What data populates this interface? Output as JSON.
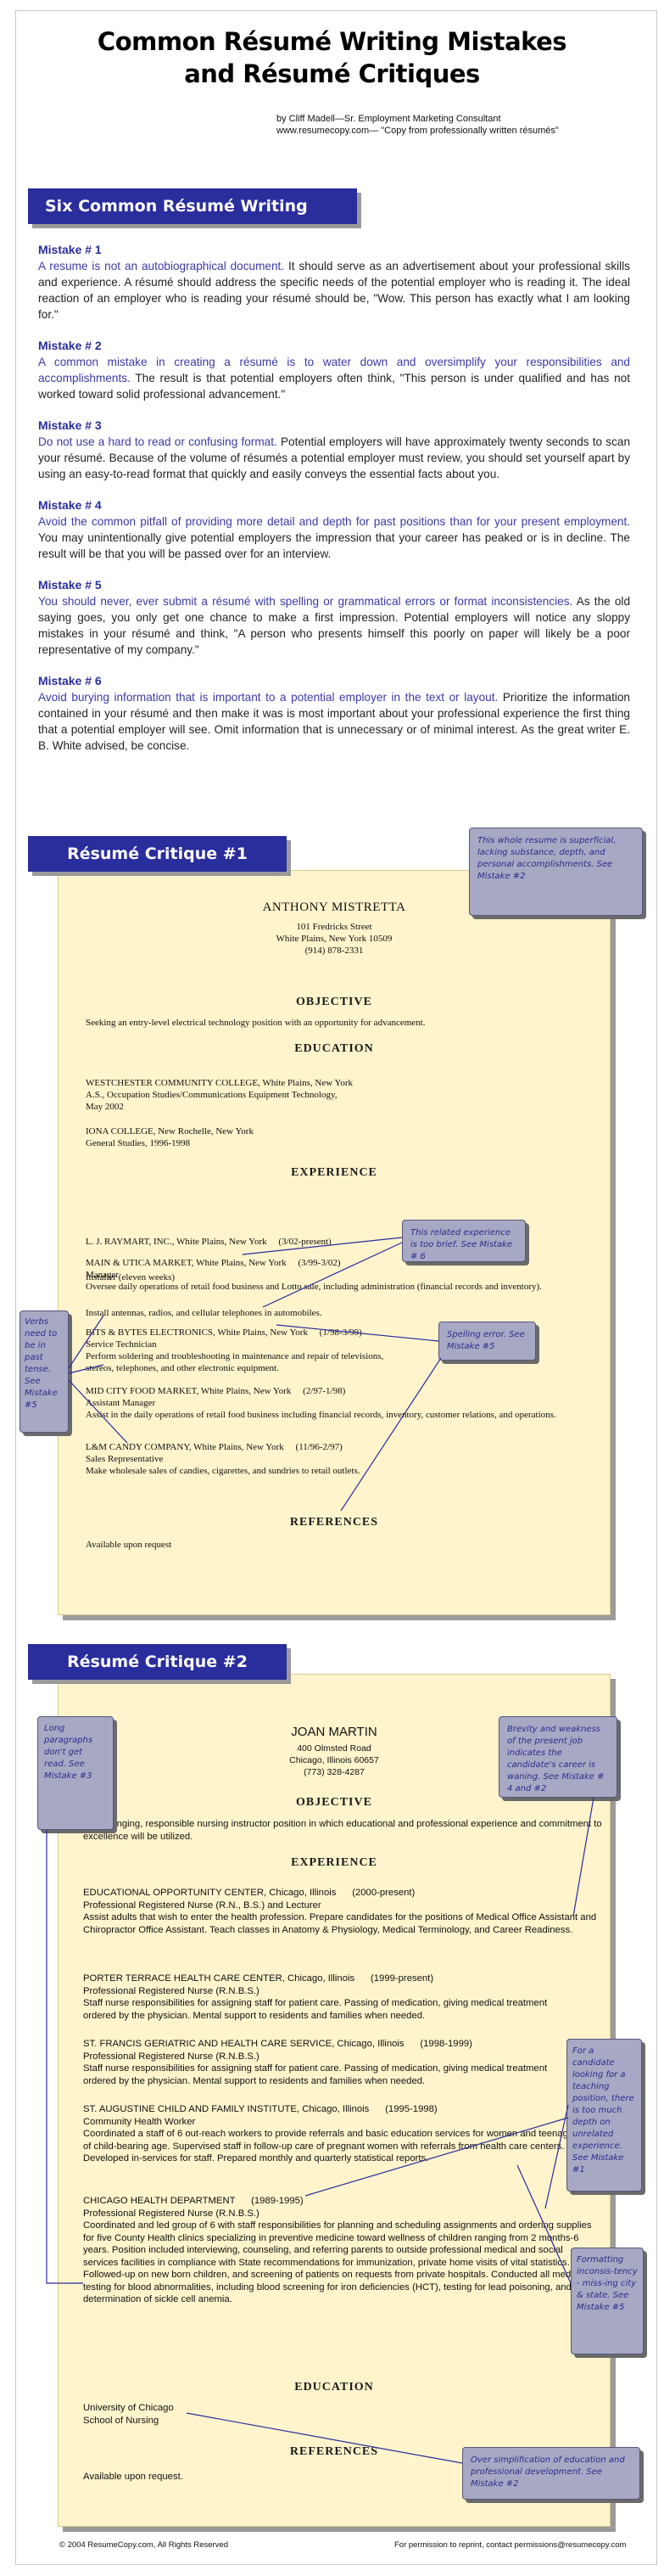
{
  "title_line1": "Common Résumé Writing Mistakes",
  "title_line2": "and Résumé Critiques",
  "byline": {
    "line1": "by Cliff Madell—Sr. Employment Marketing Consultant",
    "line2": "www.resumecopy.com— \"Copy from professionally written résumés\""
  },
  "section1_title": "Six Common Résumé Writing Mistakes",
  "mistakes": [
    {
      "title": "Mistake # 1",
      "highlight": "A resume is not an autobiographical document.",
      "text": " It should serve as an advertisement about your professional skills and experience. A résumé should address the specific needs of the potential employer who is reading it. The ideal reaction of an employer who is reading your résumé should be, \"Wow. This person has exactly what I am looking for.\""
    },
    {
      "title": "Mistake # 2",
      "highlight": "A common mistake in creating a résumé is to water down and oversimplify your responsibilities and accomplishments.",
      "text": " The result is that potential employers often think, \"This person is under qualified and has not worked toward solid professional advancement.\""
    },
    {
      "title": "Mistake # 3",
      "highlight": "Do not use a hard to read or confusing format.",
      "text": " Potential employers will have approximately twenty seconds to scan your résumé. Because of the volume of résumés a potential employer must review, you should set yourself apart by using an easy-to-read format that quickly and easily conveys the essential facts about you."
    },
    {
      "title": "Mistake # 4",
      "highlight": "Avoid the common pitfall of providing more detail and depth for past positions than for your present employment.",
      "text": " You may unintentionally give potential employers the impression that your career has peaked or is in decline. The result will be that you will be passed over for an interview."
    },
    {
      "title": "Mistake # 5",
      "highlight": "You should never, ever submit a résumé with spelling or grammatical errors or format inconsistencies.",
      "text": " As the old saying goes, you only get one chance to make a first impression. Potential employers will notice any sloppy mistakes in your résumé and think, \"A person who presents himself this poorly on paper will likely be a poor representative of my company.\""
    },
    {
      "title": "Mistake # 6",
      "highlight": "Avoid burying information that is important to a potential employer in the text or layout.",
      "text": " Prioritize the information contained in your résumé and then make it was is most important about your professional experience the first thing that a potential employer will see. Omit information that is unnecessary or of minimal interest. As the great writer E. B. White advised, be concise."
    }
  ],
  "critique1": {
    "banner": "Résumé Critique #1",
    "name": "ANTHONY MISTRETTA",
    "address1": "101 Fredricks Street",
    "address2": "White Plains, New York 10509",
    "phone": "(914) 878-2331",
    "objective_head": "OBJECTIVE",
    "objective": "Seeking an entry-level electrical technology position with an opportunity for advancement.",
    "education_head": "EDUCATION",
    "edu1_l1": "WESTCHESTER COMMUNITY COLLEGE, White Plains, New York",
    "edu1_l2": "A.S., Occupation Studies/Communications Equipment Technology,",
    "edu1_l3": "May 2002",
    "edu2_l1": "IONA COLLEGE, New Rochelle, New York",
    "edu2_l2": "General Studies, 1996-1998",
    "experience_head": "EXPERIENCE",
    "jobs": [
      {
        "l1": "L. J. RAYMART, INC., White Plains, New York     (3/02-present)",
        "l2": "Installer (eleven weeks)",
        "l3": "Install antennas, radios, and cellular telephones in automobiles."
      },
      {
        "l1": "MAIN & UTICA MARKET, White Plains, New York     (3/99-3/02)",
        "l2": "Manager",
        "l3": "Oversee daily operations of retail food business and Lotto sale, including administration (financial records and inventory)."
      },
      {
        "l1": "BITS & BYTES ELECTRONICS, White Plains, New York     (1/98-3/99)",
        "l2": "Service Technician",
        "l3": "Perform soldering and troubleshooting in maintenance and repair of televisions, stereos, telephones, and other electronic equipment."
      },
      {
        "l1": "MID CITY FOOD MARKET, White Plains, New York     (2/97-1/98)",
        "l2": "Assistant Manager",
        "l3": "Assist in the daily operations of retail food business including financial records, inventory, customer relations, and operations."
      },
      {
        "l1": "L&M CANDY COMPANY, White Plains, New York     (11/96-2/97)",
        "l2": "Sales Representative",
        "l3": "Make wholesale sales of candies, cigarettes, and sundries to retail outlets."
      }
    ],
    "references_head": "REFERENCES",
    "references": "Available upon request",
    "notes": {
      "superficial": "This whole resume is superficial, lacking substance, depth, and personal accomplishments. See Mistake #2",
      "related": "This related experience is too brief. See Mistake # 6",
      "spelling": "Spelling error. See Mistake #5",
      "verbs": "Verbs need to be in past tense. See Mistake #5"
    }
  },
  "critique2": {
    "banner": "Résumé Critique #2",
    "name": "JOAN  MARTIN",
    "address1": "400 Olmsted Road",
    "address2": "Chicago, Illinois  60657",
    "phone": "(773) 328-4287",
    "objective_head": "OBJECTIVE",
    "objective": "A challenging, responsible nursing instructor position in which educational and professional experience and commitment to excellence will be utilized.",
    "experience_head": "EXPERIENCE",
    "jobs": [
      {
        "l1": "EDUCATIONAL OPPORTUNITY CENTER, Chicago, Illinois      (2000-present)",
        "l2": "Professional Registered Nurse (R.N., B.S.) and Lecturer",
        "l3": "Assist adults that wish to enter the health profession. Prepare candidates for the positions of Medical Office Assistant and Chiropractor Office Assistant. Teach classes in Anatomy & Physiology, Medical Terminology, and Career Readiness."
      },
      {
        "l1": "PORTER TERRACE HEALTH CARE CENTER, Chicago, Illinois      (1999-present)",
        "l2": "Professional Registered Nurse (R.N.B.S.)",
        "l3": "Staff nurse responsibilities for assigning staff for patient care. Passing of medication, giving medical treatment ordered by the physician. Mental support to residents and families when needed."
      },
      {
        "l1": "ST. FRANCIS GERIATRIC AND HEALTH CARE SERVICE, Chicago, Illinois      (1998-1999)",
        "l2": "Professional Registered Nurse (R.N.B.S.)",
        "l3": "Staff nurse responsibilities for assigning staff for patient care. Passing of medication, giving medical treatment ordered by the physician. Mental support to residents and families when needed."
      },
      {
        "l1": "ST. AUGUSTINE CHILD AND FAMILY INSTITUTE, Chicago, Illinois      (1995-1998)",
        "l2": "Community Health Worker",
        "l3": "Coordinated a staff of 6 out-reach workers to provide referrals and basic education services for women and teenagers of child-bearing age. Supervised staff in follow-up care of pregnant women with referrals from health care centers. Developed in-services for staff. Prepared monthly and quarterly statistical reports."
      },
      {
        "l1": "CHICAGO HEALTH DEPARTMENT      (1989-1995)",
        "l2": "Professional Registered Nurse (R.N.B.S.)",
        "l3": "Coordinated and led group of 6 with staff responsibilities for planning and scheduling assignments and ordering supplies for five County Health clinics specializing in preventive medicine toward wellness of children ranging from 2 months-6 years. Position included interviewing, counseling, and referring parents to outside professional medical and social services facilities in compliance with State recommendations for immunization, private home visits of vital statistics. Followed-up on new born children, and screening of patients on requests from private hospitals. Conducted all medical testing for blood abnormalities, including blood screening for iron deficiencies (HCT), testing for lead poisoning, and determination of sickle cell anemia."
      }
    ],
    "education_head": "EDUCATION",
    "edu_l1": "University of Chicago",
    "edu_l2": "School of Nursing",
    "references_head": "REFERENCES",
    "references": "Available upon request.",
    "notes": {
      "paragraphs": "Long paragraphs don't get read. See Mistake #3",
      "brevity": "Brevity and weakness of the present job indicates the candidate's career is waning. See Mistake # 4 and #2",
      "unrelated": "For a candidate looking for a teaching position, there is too much depth on unrelated experience. See Mistake #1",
      "formatting": "Formatting inconsis-tency - miss-ing city & state. See Mistake #5",
      "education": "Over simplification of education and professional development. See Mistake #2"
    }
  },
  "footer": {
    "left": "© 2004  ResumeCopy.com,  All Rights Reserved",
    "right": "For permission to reprint, contact permissions@resumecopy.com"
  }
}
